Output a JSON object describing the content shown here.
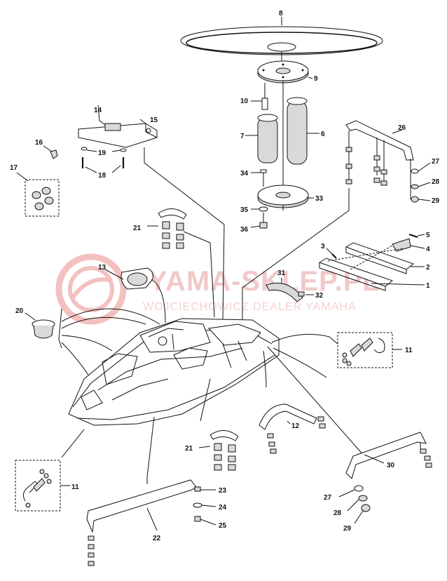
{
  "watermark": {
    "brand": "YAMA-SKLEP.PL",
    "subtitle": "WOJCIECHOWICZ DEALER YAMAHA",
    "logo_color": "#e05050"
  },
  "callouts": {
    "c1": "1",
    "c2": "2",
    "c3": "3",
    "c4": "4",
    "c5": "5",
    "c6": "6",
    "c7": "7",
    "c8": "8",
    "c9": "9",
    "c10": "10",
    "c11a": "11",
    "c11b": "11",
    "c12": "12",
    "c13": "13",
    "c14": "14",
    "c15": "15",
    "c16": "16",
    "c17": "17",
    "c18": "18",
    "c19": "19",
    "c20": "20",
    "c21a": "21",
    "c21b": "21",
    "c22": "22",
    "c23": "23",
    "c24": "24",
    "c25": "25",
    "c26": "26",
    "c27a": "27",
    "c27b": "27",
    "c28a": "28",
    "c28b": "28",
    "c29a": "29",
    "c29b": "29",
    "c30": "30",
    "c31": "31",
    "c32": "32",
    "c33": "33",
    "c34": "34",
    "c35": "35",
    "c36": "36"
  }
}
